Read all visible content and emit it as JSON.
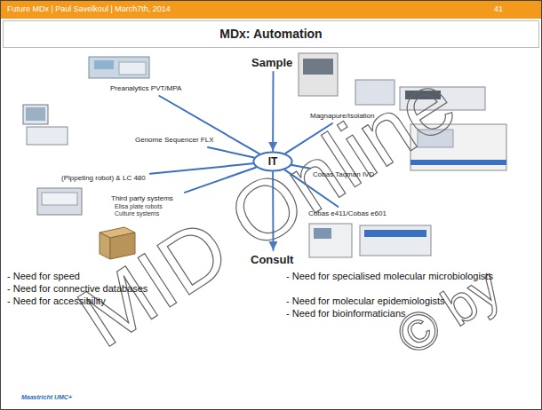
{
  "diagram": {
    "title": "MDx: Automation",
    "nodes": [
      {
        "text": [
          "Sample"
        ]
      },
      {
        "text": [
          "IT"
        ]
      },
      {
        "text": [
          "Consult"
        ]
      },
      {
        "text": [
          "Preanalytics PVT/MPA"
        ]
      },
      {
        "text": [
          "Genome Sequencer FLX"
        ]
      },
      {
        "text": [
          "(Pippeting robot) & LC 480"
        ]
      },
      {
        "text": [
          "Third party systems",
          "Elisa plate robots Culture systems"
        ]
      },
      {
        "text": [
          "Magnapure/Isolation"
        ]
      },
      {
        "text": [
          "Cobas Taqman IVD"
        ]
      },
      {
        "text": [
          "Cobas e411/Cobas e601"
        ]
      }
    ],
    "edges": [
      {
        "from": 0,
        "to": 1,
        "arrow": "to"
      },
      {
        "from": 1,
        "to": 2,
        "arrow": "to"
      },
      {
        "from": 1,
        "to": 3,
        "arrow": "none"
      },
      {
        "from": 1,
        "to": 4,
        "arrow": "none"
      },
      {
        "from": 1,
        "to": 5,
        "arrow": "none"
      },
      {
        "from": 1,
        "to": 6,
        "arrow": "none"
      },
      {
        "from": 1,
        "to": 7,
        "arrow": "none"
      },
      {
        "from": 1,
        "to": 8,
        "arrow": "none"
      },
      {
        "from": 1,
        "to": 9,
        "arrow": "none"
      }
    ],
    "labels": [
      "Future MDx | Paul Savelkoul | March7th, 2014",
      "41",
      "- Need for speed",
      "- Need for connective databases",
      "- Need for accessibility",
      "- Need for specialised molecular microbiologists",
      "- Need for molecular epidemiologists",
      "- Need for bioinformaticians",
      "Maastricht UMC+",
      "MID Online",
      "© by"
    ]
  }
}
